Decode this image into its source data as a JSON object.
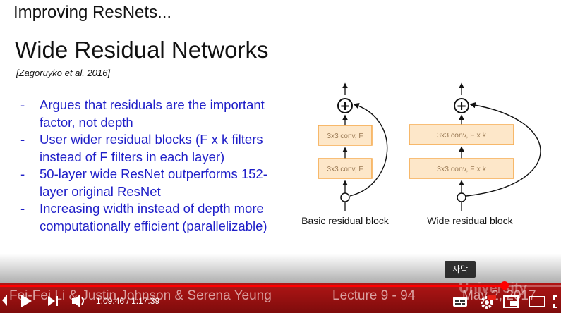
{
  "slide": {
    "top_title": "Improving ResNets...",
    "title": "Wide Residual Networks",
    "citation": "[Zagoruyko et al. 2016]",
    "bullets": [
      {
        "dash": "-",
        "text": "Argues that residuals are the important factor, not depth"
      },
      {
        "dash": "-",
        "text": "User wider residual blocks (F x k filters instead of F filters in each layer)"
      },
      {
        "dash": "-",
        "text": "50-layer wide ResNet outperforms 152-layer original ResNet"
      },
      {
        "dash": "-",
        "text": "Increasing width instead of depth more computationally efficient (parallelizable)"
      }
    ],
    "diagram": {
      "basic": {
        "conv_top": "3x3 conv, F",
        "conv_bottom": "3x3 conv, F",
        "caption": "Basic residual block"
      },
      "wide": {
        "conv_top": "3x3 conv, F x k",
        "conv_bottom": "3x3 conv, F x k",
        "caption": "Wide residual block"
      },
      "plus_symbol": "+"
    },
    "footer": {
      "left": "Fei-Fei Li & Justin Johnson & Serena Yeung",
      "center": "Lecture 9 - 94",
      "right": "May 2, 2017"
    }
  },
  "player": {
    "current_time": "1:09:46",
    "separator": "/",
    "duration": "1:17:39",
    "progress_fraction": 0.899,
    "tooltip": "자막",
    "watermark": "University",
    "accent_color": "#ff0000",
    "icons": [
      "previous-icon",
      "play-icon",
      "next-icon",
      "volume-icon",
      "subtitles-icon",
      "settings-icon",
      "miniplayer-icon",
      "theater-icon",
      "fullscreen-icon"
    ]
  }
}
